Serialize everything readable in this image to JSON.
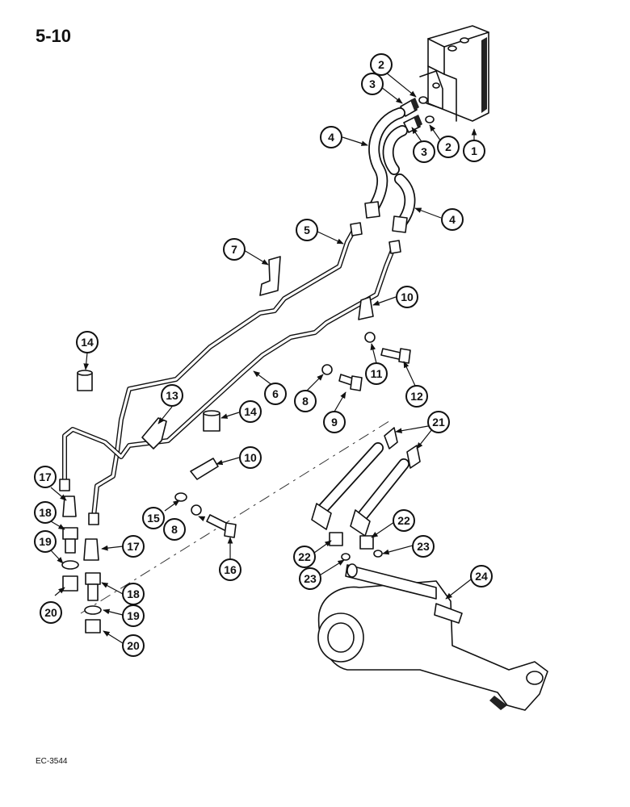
{
  "page": {
    "number": "5-10",
    "figure_code": "EC-3544"
  },
  "callouts": [
    "1",
    "2",
    "2",
    "3",
    "3",
    "4",
    "4",
    "5",
    "6",
    "7",
    "8",
    "8",
    "9",
    "10",
    "10",
    "11",
    "12",
    "13",
    "14",
    "14",
    "15",
    "16",
    "17",
    "17",
    "18",
    "18",
    "19",
    "19",
    "20",
    "20",
    "21",
    "22",
    "22",
    "23",
    "23",
    "24"
  ]
}
